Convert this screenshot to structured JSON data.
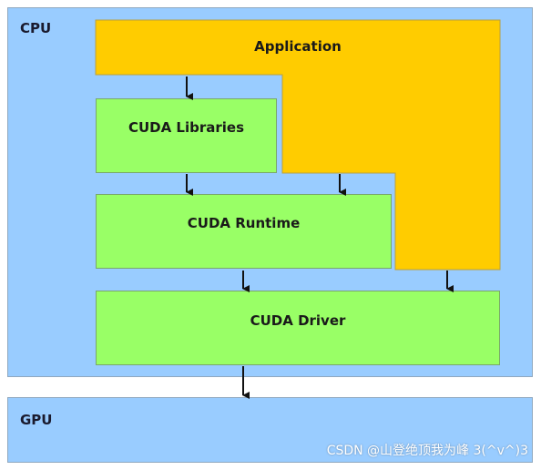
{
  "diagram": {
    "cpu_label": "CPU",
    "gpu_label": "GPU",
    "application_label": "Application",
    "cuda_libraries_label": "CUDA Libraries",
    "cuda_runtime_label": "CUDA Runtime",
    "cuda_driver_label": "CUDA Driver"
  },
  "colors": {
    "region_fill": "#99ccff",
    "application_fill": "#ffcc00",
    "cuda_block_fill": "#99ff66",
    "arrow": "#111111"
  },
  "watermark": "CSDN @山登绝顶我为峰 3(^v^)3"
}
